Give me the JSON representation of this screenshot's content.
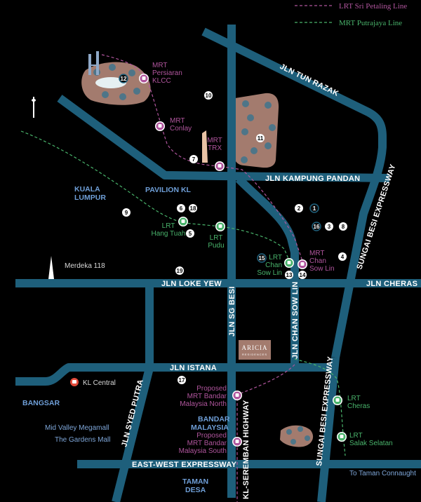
{
  "legend": [
    {
      "label": "LRT Sri Petaling Line",
      "color": "#b0559d"
    },
    {
      "label": "MRT Putrajaya Line",
      "color": "#49b36b"
    }
  ],
  "roads": {
    "tun_razak": "JLN TUN RAZAK",
    "kampung_pandan": "JLN KAMPUNG PANDAN",
    "sungai_besi_upper": "SUNGAI BESI EXPRESSWAY",
    "sungai_besi_lower": "SUNGAI BESI EXPRESSWAY",
    "loke_yew": "JLN LOKE YEW",
    "cheras": "JLN CHERAS",
    "sg_besi": "JLN SG BESI",
    "chan_sow_lin": "JLN CHAN SOW LIN",
    "istana": "JLN ISTANA",
    "syed_putra": "JLN SYED PUTRA",
    "seremban": "KL-SEREMBAN HIGHWAY",
    "east_west": "EAST-WEST EXPRESSWAY"
  },
  "areas": {
    "kl_line1": "KUALA",
    "kl_line2": "LUMPUR",
    "pavilion": "PAVILION KL",
    "bangsar": "BANGSAR",
    "bandar_line1": "BANDAR",
    "bandar_line2": "MALAYSIA",
    "taman_line1": "TAMAN",
    "taman_line2": "DESA"
  },
  "places": {
    "merdeka": "Merdeka 118",
    "kl_central": "KL Central",
    "mid_valley": "Mid Valley Megamall",
    "gardens": "The Gardens Mall",
    "connaught": "To Taman Connaught"
  },
  "stations": {
    "klcc": [
      "MRT",
      "Persiaran",
      "KLCC"
    ],
    "conlay": [
      "MRT",
      "Conlay"
    ],
    "trx": [
      "MRT",
      "TRX"
    ],
    "hang_tuah": [
      "LRT",
      "Hang Tuah"
    ],
    "pudu": [
      "LRT",
      "Pudu"
    ],
    "lrt_csl": [
      "LRT",
      "Chan",
      "Sow Lin"
    ],
    "mrt_csl": [
      "MRT",
      "Chan",
      "Sow Lin"
    ],
    "bmn": [
      "Proposed",
      "MRT Bandar",
      "Malaysia North"
    ],
    "bms": [
      "Proposed",
      "MRT Bandar",
      "Malaysia South"
    ],
    "cheras": [
      "LRT",
      "Cheras"
    ],
    "salak": [
      "LRT",
      "Salak Selatan"
    ]
  },
  "markers": [
    "1",
    "2",
    "3",
    "4",
    "5",
    "6",
    "7",
    "8",
    "9",
    "10",
    "11",
    "12",
    "13",
    "14",
    "15",
    "16",
    "17",
    "18",
    "19"
  ],
  "development": {
    "name": "ARICIA",
    "sub": "RESIDENCES"
  }
}
